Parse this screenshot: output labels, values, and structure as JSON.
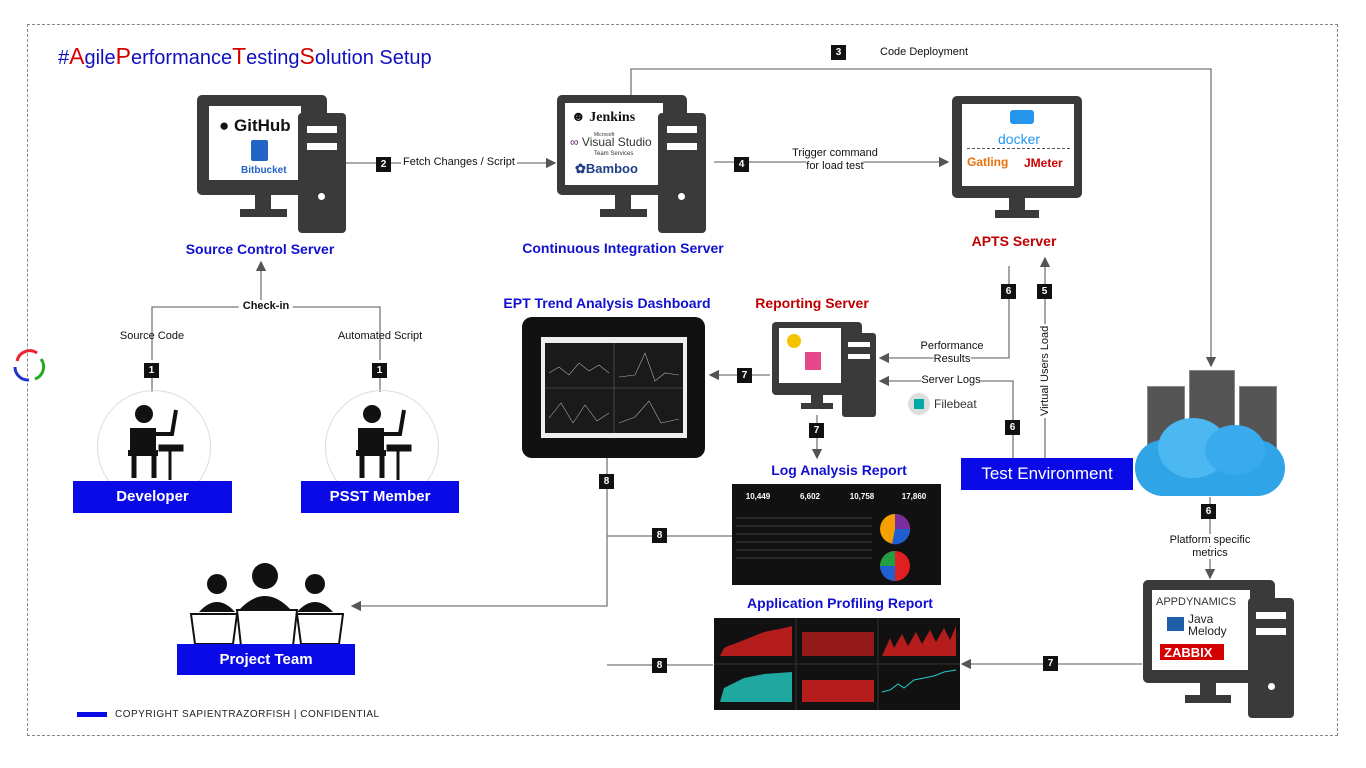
{
  "title": {
    "p1": "#",
    "p2": "A",
    "p3": "gile",
    "p4": "P",
    "p5": "erformance",
    "p6": "T",
    "p7": "esting",
    "p8": "S",
    "p9": "olution Setup"
  },
  "colors": {
    "blue": "#0a0ae6",
    "red": "#c00000",
    "dark": "#333333"
  },
  "servers": {
    "source": "Source Control Server",
    "ci": "Continuous Integration Server",
    "apts": "APTS Server",
    "reporting": "Reporting Server"
  },
  "logos": {
    "github": "GitHub",
    "bitbucket": "Bitbucket",
    "jenkins": "Jenkins",
    "vs_small": "Microsoft",
    "vs": "Visual Studio",
    "vs_sub": "Team Services",
    "bamboo": "Bamboo",
    "docker": "docker",
    "gatling": "Gatling",
    "jmeter": "JMeter",
    "filebeat": "Filebeat",
    "appdynamics": "APPDYNAMICS",
    "javamelody": "Java Melody",
    "zabbix": "ZABBIX"
  },
  "steps": {
    "s1a": "1",
    "s1b": "1",
    "s2": "2",
    "s3": "3",
    "s4": "4",
    "s5": "5",
    "s6a": "6",
    "s6b": "6",
    "s6c": "6",
    "s7a": "7",
    "s7b": "7",
    "s7c": "7",
    "s8a": "8",
    "s8b": "8",
    "s8c": "8"
  },
  "edges": {
    "fetch": "Fetch Changes / Script",
    "deploy": "Code Deployment",
    "trigger1": "Trigger command",
    "trigger2": "for load test",
    "checkin": "Check-in",
    "source_code": "Source Code",
    "automated_script": "Automated Script",
    "perf1": "Performance",
    "perf2": "Results",
    "server_logs": "Server Logs",
    "virtual_load": "Virtual Users Load",
    "platform1": "Platform specific",
    "platform2": "metrics"
  },
  "roles": {
    "developer": "Developer",
    "psst": "PSST Member",
    "team": "Project Team",
    "test_env": "Test Environment"
  },
  "reports": {
    "dashboard": "EPT Trend Analysis Dashboard",
    "log": "Log Analysis Report",
    "profiling": "Application Profiling Report"
  },
  "log_stats": [
    "10,449",
    "6,602",
    "10,758",
    "17,860"
  ],
  "copyright": "COPYRIGHT SAPIENTRAZORFISH | CONFIDENTIAL"
}
